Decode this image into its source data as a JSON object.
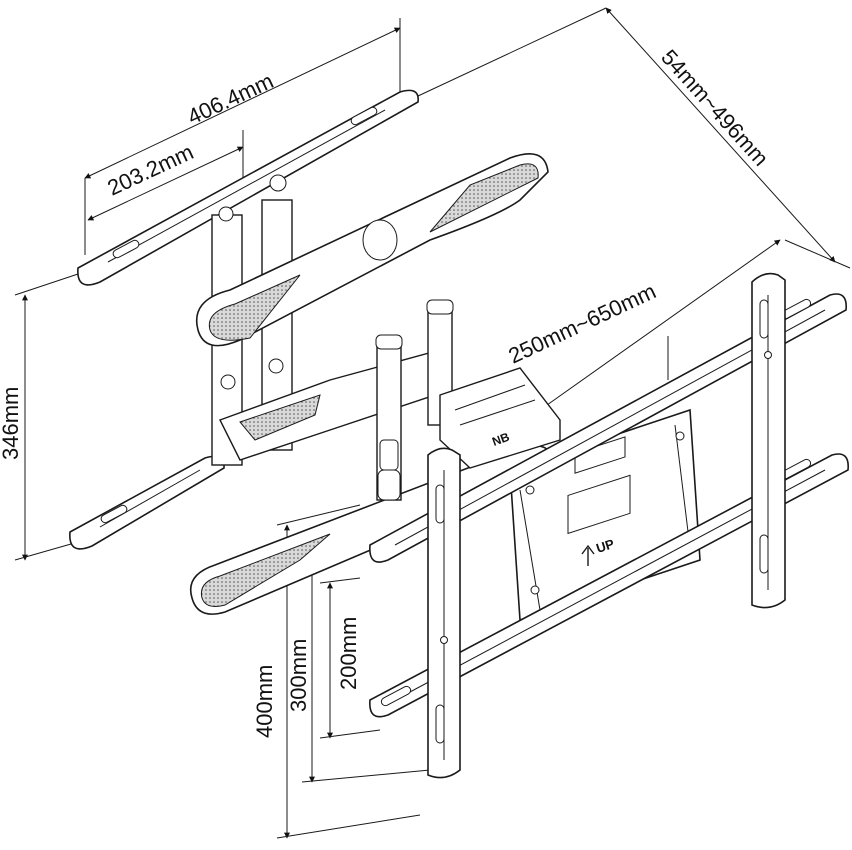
{
  "diagram": {
    "dimensions": {
      "wall_plate_width": "406.4mm",
      "wall_plate_hole_spacing": "203.2mm",
      "depth_range": "54mm~496mm",
      "wall_plate_height": "346mm",
      "vesa_horizontal": "250mm~650mm",
      "vesa_vertical_200": "200mm",
      "vesa_vertical_300": "300mm",
      "vesa_vertical_400": "400mm"
    },
    "labels": {
      "up_marker": "UP",
      "logo": "NB"
    },
    "colors": {
      "line": "#1a1a1a",
      "background": "#ffffff"
    }
  }
}
